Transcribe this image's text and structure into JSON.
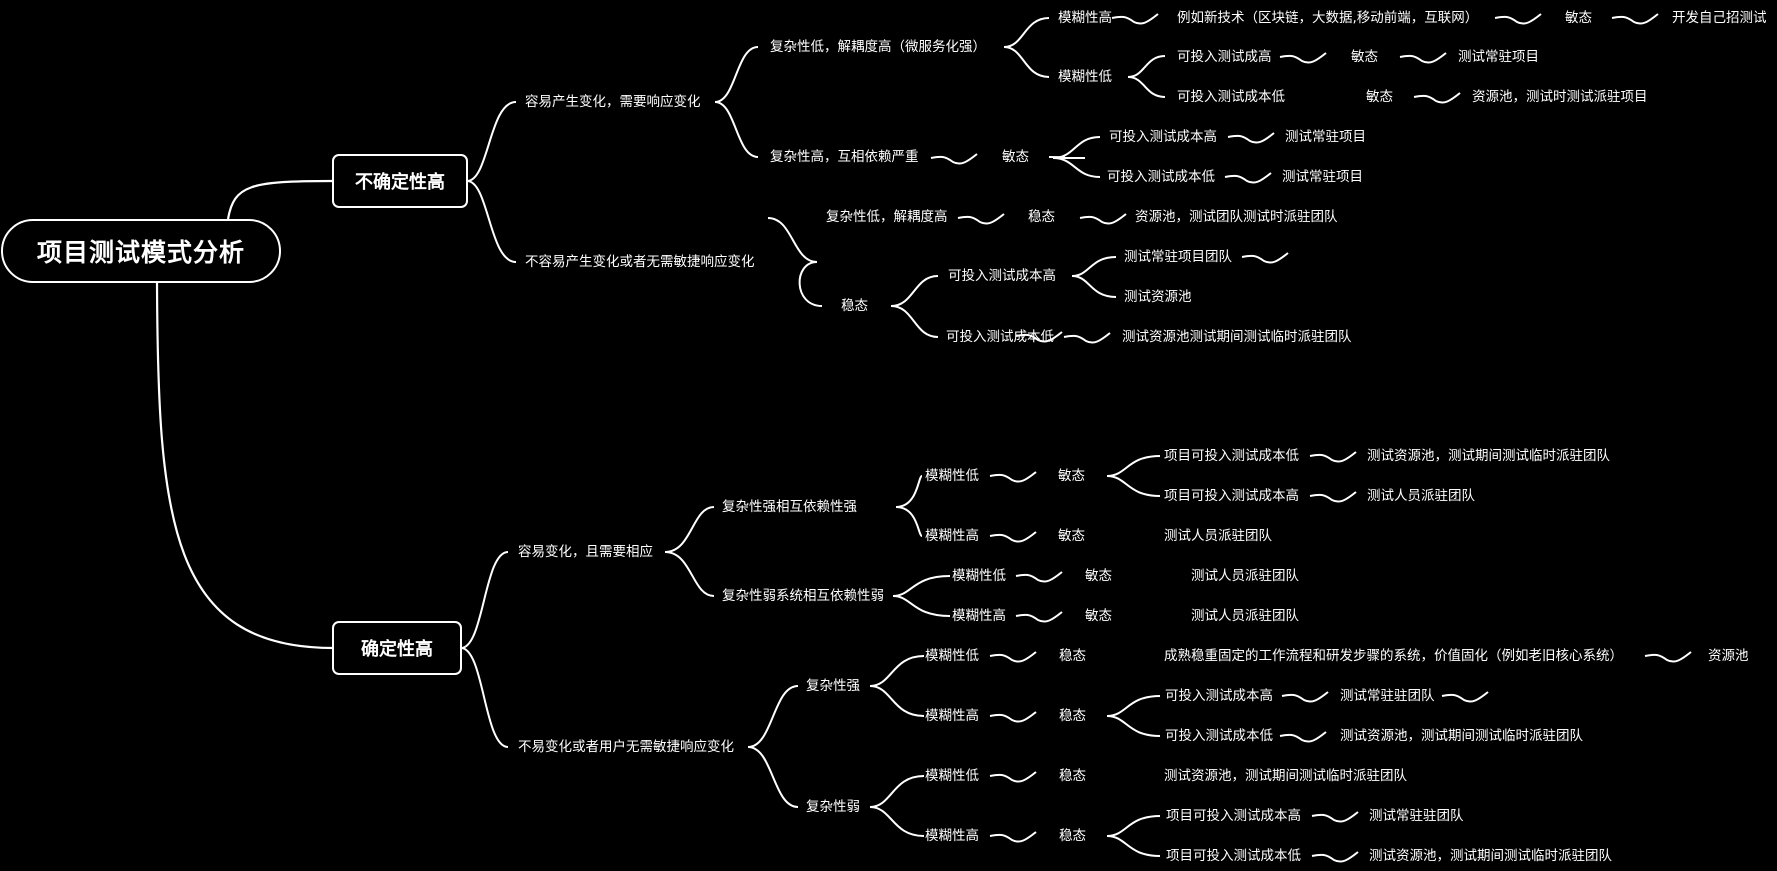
{
  "root": {
    "title": "项目测试模式分析"
  },
  "branches": [
    {
      "label": "不确定性高"
    },
    {
      "label": "确定性高"
    }
  ],
  "labels": [
    "容易产生变化，需要响应变化",
    "不容易产生变化或者无需敏捷响应变化",
    "复杂性低，解耦度高（微服务化强）",
    "复杂性高，互相依赖严重",
    "模糊性高",
    "模糊性低",
    "例如新技术（区块链，大数据,移动前端，互联网）",
    "敏态",
    "开发自己招测试",
    "可投入测试成高",
    "敏态",
    "测试常驻项目",
    "可投入测试成本低",
    "敏态",
    "资源池，测试时测试派驻项目",
    "敏态",
    "可投入测试成本高",
    "测试常驻项目",
    "可投入测试成本低",
    "测试常驻项目",
    "复杂性低，解耦度高",
    "稳态",
    "资源池，测试团队测试时派驻团队",
    "稳态",
    "可投入测试成本高",
    "测试常驻项目团队",
    "测试资源池",
    "可投入测试成本低",
    "测试资源池测试期间测试临时派驻团队",
    "容易变化，且需要相应",
    "不易变化或者用户无需敏捷响应变化",
    "复杂性强相互依赖性强",
    "复杂性弱系统相互依赖性弱",
    "模糊性低",
    "敏态",
    "项目可投入测试成本低",
    "测试资源池，测试期间测试临时派驻团队",
    "项目可投入测试成本高",
    "测试人员派驻团队",
    "模糊性高",
    "敏态",
    "测试人员派驻团队",
    "模糊性低",
    "敏态",
    "测试人员派驻团队",
    "模糊性高",
    "敏态",
    "测试人员派驻团队",
    "复杂性强",
    "复杂性弱",
    "模糊性低",
    "稳态",
    "成熟稳重固定的工作流程和研发步骤的系统，价值固化（例如老旧核心系统）",
    "资源池",
    "模糊性高",
    "稳态",
    "可投入测试成本高",
    "测试常驻驻团队",
    "可投入测试成本低",
    "测试资源池，测试期间测试临时派驻团队",
    "模糊性低",
    "稳态",
    "测试资源池，测试期间测试临时派驻团队",
    "模糊性高",
    "稳态",
    "项目可投入测试成本高",
    "测试常驻驻团队",
    "项目可投入测试成本低",
    "测试资源池，测试期间测试临时派驻团队"
  ]
}
